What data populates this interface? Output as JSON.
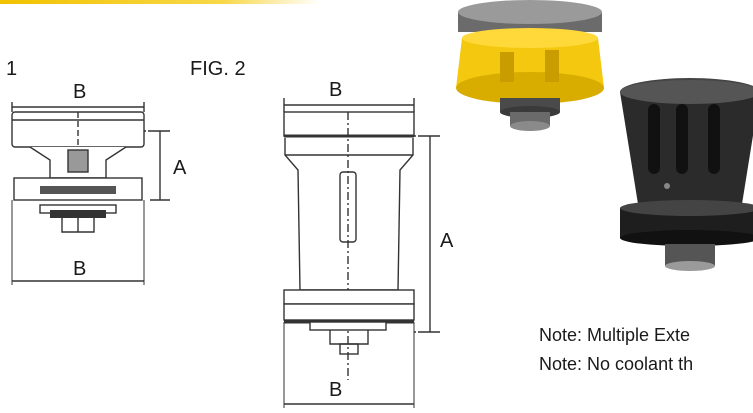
{
  "fig1": {
    "label": "1",
    "dim_top": "B",
    "dim_side": "A",
    "dim_bottom": "B"
  },
  "fig2": {
    "label": "FIG. 2",
    "dim_top": "B",
    "dim_side": "A",
    "dim_bottom": "B"
  },
  "notes": [
    "Note: Multiple Exte",
    "Note: No coolant th"
  ],
  "colors": {
    "accent": "#f2c200",
    "product_yellow": "#f3c80f",
    "product_dark": "#2b2b2b",
    "line": "#333333"
  }
}
